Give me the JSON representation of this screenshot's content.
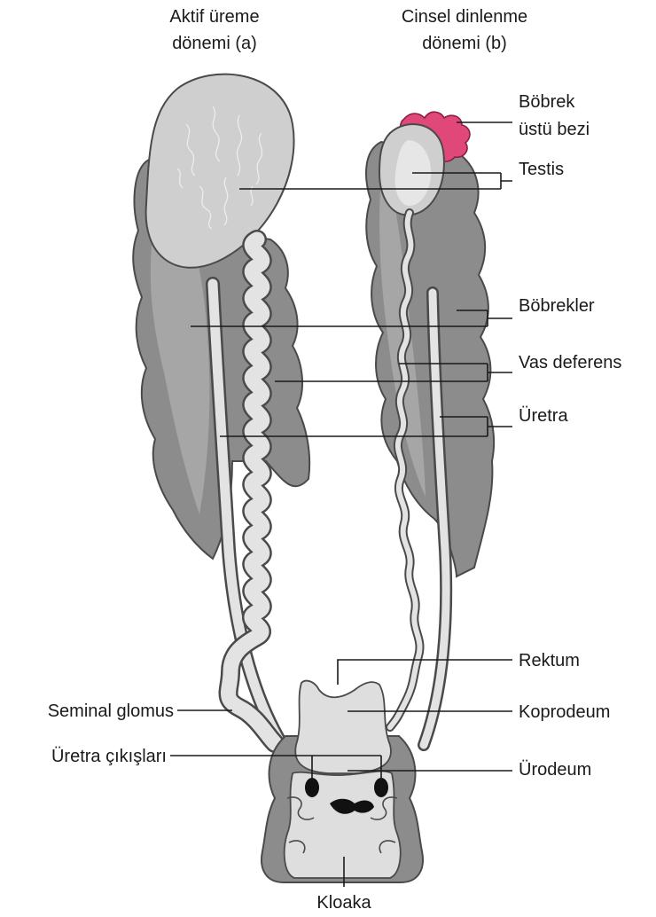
{
  "titles": {
    "a_line1": "Aktif üreme",
    "a_line2": "dönemi (a)",
    "b_line1": "Cinsel dinlenme",
    "b_line2": "dönemi (b)"
  },
  "labels": {
    "bobrek_ustu_line1": "Böbrek",
    "bobrek_ustu_line2": "üstü bezi",
    "testis": "Testis",
    "bobrekler": "Böbrekler",
    "vas_deferens": "Vas deferens",
    "uretra": "Üretra",
    "rektum": "Rektum",
    "koprodeum": "Koprodeum",
    "urodeum": "Ürodeum",
    "seminal_glomus": "Seminal glomus",
    "uretra_cikislari": "Üretra çıkışları",
    "kloaka": "Kloaka"
  },
  "colors": {
    "kidney": "#8c8c8c",
    "testis": "#cfcfcf",
    "tube": "#e3e3e3",
    "adrenal": "#e0487a",
    "cloaca_light": "#dedede",
    "outline": "#4a4a4a"
  }
}
